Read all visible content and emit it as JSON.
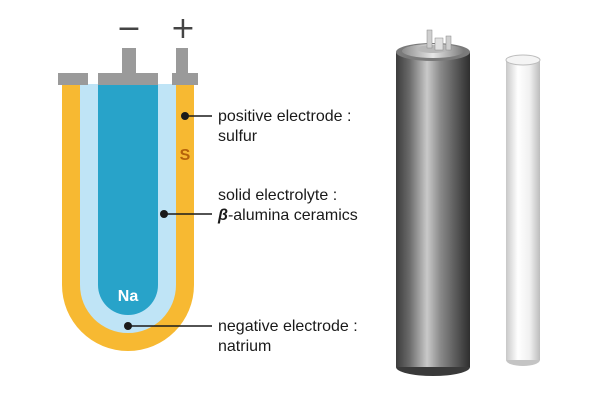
{
  "terminals": {
    "negative": "−",
    "positive": "+"
  },
  "cell": {
    "anode_label": "Na",
    "cathode_label": "S"
  },
  "labels": {
    "positive_electrode": {
      "line1": "positive electrode :",
      "line2": "sulfur"
    },
    "electrolyte": {
      "line1": "solid electrolyte :",
      "line2_symbol": "β",
      "line2_rest": "-alumina ceramics"
    },
    "negative_electrode": {
      "line1": "negative electrode :",
      "line2": "natrium"
    }
  },
  "colors": {
    "sulfur": "#f7b932",
    "electrolyte": "#bfe4f6",
    "sodium": "#28a3c9",
    "terminal": "#9a9a9a",
    "casing": "#5a5a5a",
    "tube": "#e9e9e9"
  }
}
